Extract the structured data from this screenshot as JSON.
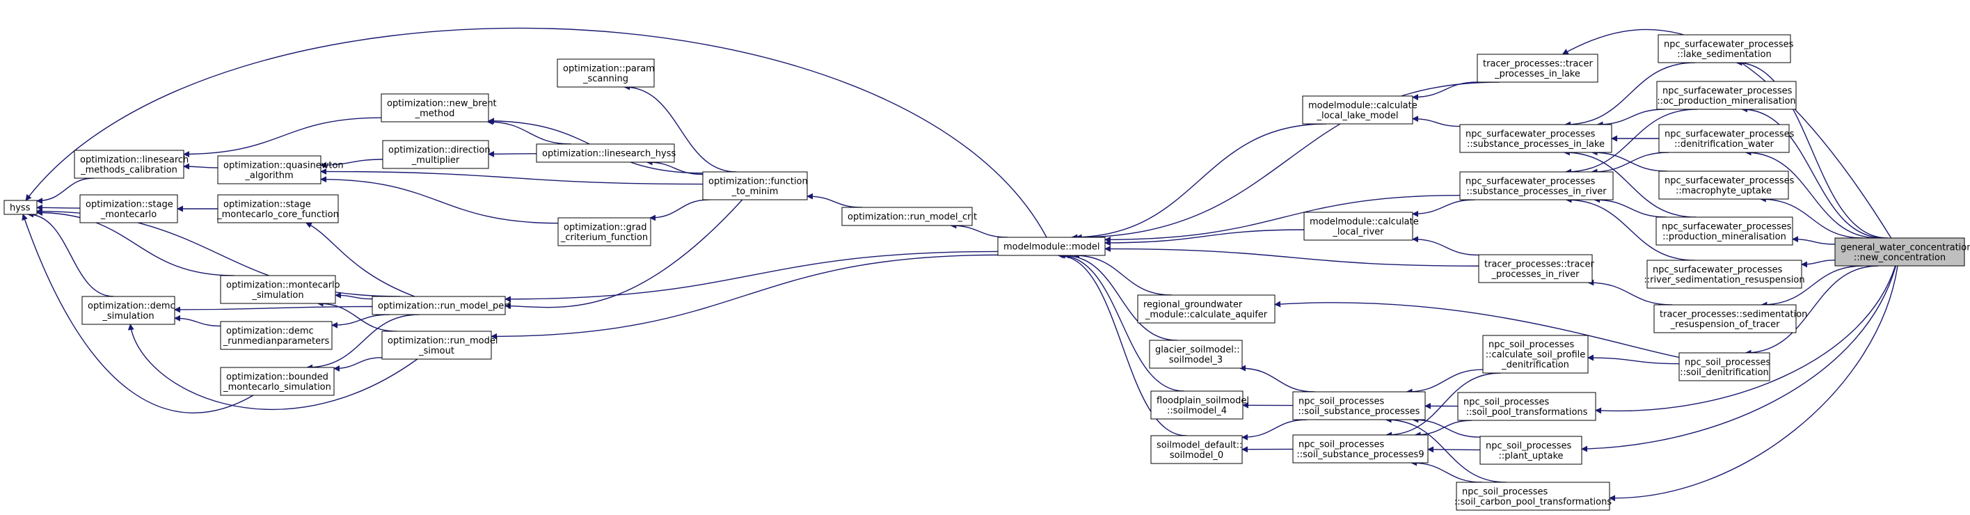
{
  "diagram": {
    "kind": "doxygen caller graph",
    "colors": {
      "edge": "#191970",
      "node_border": "#000000",
      "node_fill": "#ffffff",
      "focus_fill": "#bfbfbf"
    },
    "nodes": [
      {
        "id": "hyss",
        "lines": [
          "hyss"
        ]
      },
      {
        "id": "lm_calib",
        "lines": [
          "optimization::linesearch",
          "_methods_calibration"
        ]
      },
      {
        "id": "stage_mc",
        "lines": [
          "optimization::stage",
          "_montecarlo"
        ]
      },
      {
        "id": "demc_sim",
        "lines": [
          "optimization::demc",
          "_simulation"
        ]
      },
      {
        "id": "qn_algo",
        "lines": [
          "optimization::quasinewton",
          "_algorithm"
        ]
      },
      {
        "id": "stage_core",
        "lines": [
          "optimization::stage",
          "_montecarlo_core_function"
        ]
      },
      {
        "id": "mc_sim",
        "lines": [
          "optimization::montecarlo",
          "_simulation"
        ]
      },
      {
        "id": "demc_runmed",
        "lines": [
          "optimization::demc",
          "_runmedianparameters"
        ]
      },
      {
        "id": "bounded_mc",
        "lines": [
          "optimization::bounded",
          "_montecarlo_simulation"
        ]
      },
      {
        "id": "param_scan",
        "lines": [
          "optimization::param",
          "_scanning"
        ]
      },
      {
        "id": "new_brent",
        "lines": [
          "optimization::new_brent",
          "_method"
        ]
      },
      {
        "id": "dir_mult",
        "lines": [
          "optimization::direction",
          "_multiplier"
        ]
      },
      {
        "id": "ls_hyss",
        "lines": [
          "optimization::linesearch_hyss"
        ]
      },
      {
        "id": "grad_crit",
        "lines": [
          "optimization::grad",
          "_criterium_function"
        ]
      },
      {
        "id": "func_minim",
        "lines": [
          "optimization::function",
          "_to_minim"
        ]
      },
      {
        "id": "run_crit",
        "lines": [
          "optimization::run_model_crit"
        ]
      },
      {
        "id": "run_perf",
        "lines": [
          "optimization::run_model_perf"
        ]
      },
      {
        "id": "run_simout",
        "lines": [
          "optimization::run_model",
          "_simout"
        ]
      },
      {
        "id": "model",
        "lines": [
          "modelmodule::model"
        ]
      },
      {
        "id": "calc_lake",
        "lines": [
          "modelmodule::calculate",
          "_local_lake_model"
        ]
      },
      {
        "id": "calc_river",
        "lines": [
          "modelmodule::calculate",
          "_local_river"
        ]
      },
      {
        "id": "gw_aquifer",
        "lines": [
          "regional_groundwater",
          "_module::calculate_aquifer"
        ]
      },
      {
        "id": "glacier3",
        "lines": [
          "glacier_soilmodel::",
          "soilmodel_3"
        ]
      },
      {
        "id": "flood4",
        "lines": [
          "floodplain_soilmodel",
          "::soilmodel_4"
        ]
      },
      {
        "id": "default0",
        "lines": [
          "soilmodel_default::",
          "soilmodel_0"
        ]
      },
      {
        "id": "tracer_lake",
        "lines": [
          "tracer_processes::tracer",
          "_processes_in_lake"
        ]
      },
      {
        "id": "subst_lake",
        "lines": [
          "npc_surfacewater_processes",
          "::substance_processes_in_lake"
        ]
      },
      {
        "id": "subst_river",
        "lines": [
          "npc_surfacewater_processes",
          "::substance_processes_in_river"
        ]
      },
      {
        "id": "tracer_river",
        "lines": [
          "tracer_processes::tracer",
          "_processes_in_river"
        ]
      },
      {
        "id": "soil_subst",
        "lines": [
          "npc_soil_processes",
          "::soil_substance_processes"
        ]
      },
      {
        "id": "soil_subst9",
        "lines": [
          "npc_soil_processes",
          "::soil_substance_processes9"
        ]
      },
      {
        "id": "calc_profile",
        "lines": [
          "npc_soil_processes",
          "::calculate_soil_profile",
          "_denitrification"
        ]
      },
      {
        "id": "soil_pool",
        "lines": [
          "npc_soil_processes",
          "::soil_pool_transformations"
        ]
      },
      {
        "id": "plant_uptake",
        "lines": [
          "npc_soil_processes",
          "::plant_uptake"
        ]
      },
      {
        "id": "soil_carbon",
        "lines": [
          "npc_soil_processes",
          "::soil_carbon_pool_transformations"
        ]
      },
      {
        "id": "lake_sed",
        "lines": [
          "npc_surfacewater_processes",
          "::lake_sedimentation"
        ]
      },
      {
        "id": "oc_prod",
        "lines": [
          "npc_surfacewater_processes",
          "::oc_production_mineralisation"
        ]
      },
      {
        "id": "denit_water",
        "lines": [
          "npc_surfacewater_processes",
          "::denitrification_water"
        ]
      },
      {
        "id": "macrophyte",
        "lines": [
          "npc_surfacewater_processes",
          "::macrophyte_uptake"
        ]
      },
      {
        "id": "prod_min",
        "lines": [
          "npc_surfacewater_processes",
          "::production_mineralisation"
        ]
      },
      {
        "id": "river_sed",
        "lines": [
          "npc_surfacewater_processes",
          "::river_sedimentation_resuspension"
        ]
      },
      {
        "id": "tracer_sed",
        "lines": [
          "tracer_processes::sedimentation",
          "_resuspension_of_tracer"
        ]
      },
      {
        "id": "soil_denit",
        "lines": [
          "npc_soil_processes",
          "::soil_denitrification"
        ]
      },
      {
        "id": "new_conc",
        "lines": [
          "general_water_concentration",
          "::new_concentration"
        ],
        "focus": true
      }
    ],
    "edges": [
      [
        "lm_calib",
        "hyss"
      ],
      [
        "stage_mc",
        "hyss"
      ],
      [
        "demc_sim",
        "hyss"
      ],
      [
        "mc_sim",
        "hyss"
      ],
      [
        "bounded_mc",
        "hyss"
      ],
      [
        "run_perf",
        "hyss"
      ],
      [
        "model",
        "hyss"
      ],
      [
        "qn_algo",
        "lm_calib"
      ],
      [
        "new_brent",
        "lm_calib"
      ],
      [
        "stage_core",
        "stage_mc"
      ],
      [
        "demc_runmed",
        "demc_sim"
      ],
      [
        "run_perf",
        "demc_sim"
      ],
      [
        "run_simout",
        "demc_sim"
      ],
      [
        "dir_mult",
        "qn_algo"
      ],
      [
        "func_minim",
        "qn_algo"
      ],
      [
        "grad_crit",
        "qn_algo"
      ],
      [
        "run_perf",
        "stage_core"
      ],
      [
        "run_perf",
        "mc_sim"
      ],
      [
        "run_simout",
        "mc_sim"
      ],
      [
        "run_perf",
        "demc_runmed"
      ],
      [
        "run_perf",
        "bounded_mc"
      ],
      [
        "run_simout",
        "bounded_mc"
      ],
      [
        "func_minim",
        "param_scan"
      ],
      [
        "ls_hyss",
        "new_brent"
      ],
      [
        "func_minim",
        "new_brent"
      ],
      [
        "ls_hyss",
        "dir_mult"
      ],
      [
        "func_minim",
        "ls_hyss"
      ],
      [
        "func_minim",
        "grad_crit"
      ],
      [
        "run_crit",
        "func_minim"
      ],
      [
        "func_minim",
        "run_perf"
      ],
      [
        "model",
        "run_crit"
      ],
      [
        "model",
        "run_perf"
      ],
      [
        "model",
        "run_simout"
      ],
      [
        "calc_lake",
        "model"
      ],
      [
        "subst_river",
        "model"
      ],
      [
        "calc_river",
        "model"
      ],
      [
        "tracer_river",
        "model"
      ],
      [
        "gw_aquifer",
        "model"
      ],
      [
        "glacier3",
        "model"
      ],
      [
        "flood4",
        "model"
      ],
      [
        "default0",
        "model"
      ],
      [
        "tracer_lake",
        "model"
      ],
      [
        "tracer_lake",
        "calc_lake"
      ],
      [
        "subst_lake",
        "calc_lake"
      ],
      [
        "subst_river",
        "calc_river"
      ],
      [
        "tracer_river",
        "calc_river"
      ],
      [
        "soil_denit",
        "gw_aquifer"
      ],
      [
        "soil_subst",
        "glacier3"
      ],
      [
        "soil_subst",
        "flood4"
      ],
      [
        "soil_subst",
        "default0"
      ],
      [
        "soil_subst9",
        "default0"
      ],
      [
        "new_conc",
        "tracer_lake"
      ],
      [
        "lake_sed",
        "subst_lake"
      ],
      [
        "oc_prod",
        "subst_lake"
      ],
      [
        "denit_water",
        "subst_lake"
      ],
      [
        "macrophyte",
        "subst_lake"
      ],
      [
        "prod_min",
        "subst_lake"
      ],
      [
        "oc_prod",
        "subst_river"
      ],
      [
        "denit_water",
        "subst_river"
      ],
      [
        "prod_min",
        "subst_river"
      ],
      [
        "river_sed",
        "subst_river"
      ],
      [
        "tracer_sed",
        "tracer_river"
      ],
      [
        "calc_profile",
        "soil_subst"
      ],
      [
        "soil_pool",
        "soil_subst"
      ],
      [
        "plant_uptake",
        "soil_subst"
      ],
      [
        "soil_carbon",
        "soil_subst"
      ],
      [
        "calc_profile",
        "soil_subst9"
      ],
      [
        "soil_pool",
        "soil_subst9"
      ],
      [
        "plant_uptake",
        "soil_subst9"
      ],
      [
        "soil_carbon",
        "soil_subst9"
      ],
      [
        "soil_denit",
        "calc_profile"
      ],
      [
        "new_conc",
        "lake_sed"
      ],
      [
        "new_conc",
        "oc_prod"
      ],
      [
        "new_conc",
        "denit_water"
      ],
      [
        "new_conc",
        "macrophyte"
      ],
      [
        "new_conc",
        "prod_min"
      ],
      [
        "new_conc",
        "river_sed"
      ],
      [
        "new_conc",
        "tracer_sed"
      ],
      [
        "new_conc",
        "soil_denit"
      ],
      [
        "new_conc",
        "soil_pool"
      ],
      [
        "new_conc",
        "plant_uptake"
      ],
      [
        "new_conc",
        "soil_carbon"
      ]
    ]
  }
}
